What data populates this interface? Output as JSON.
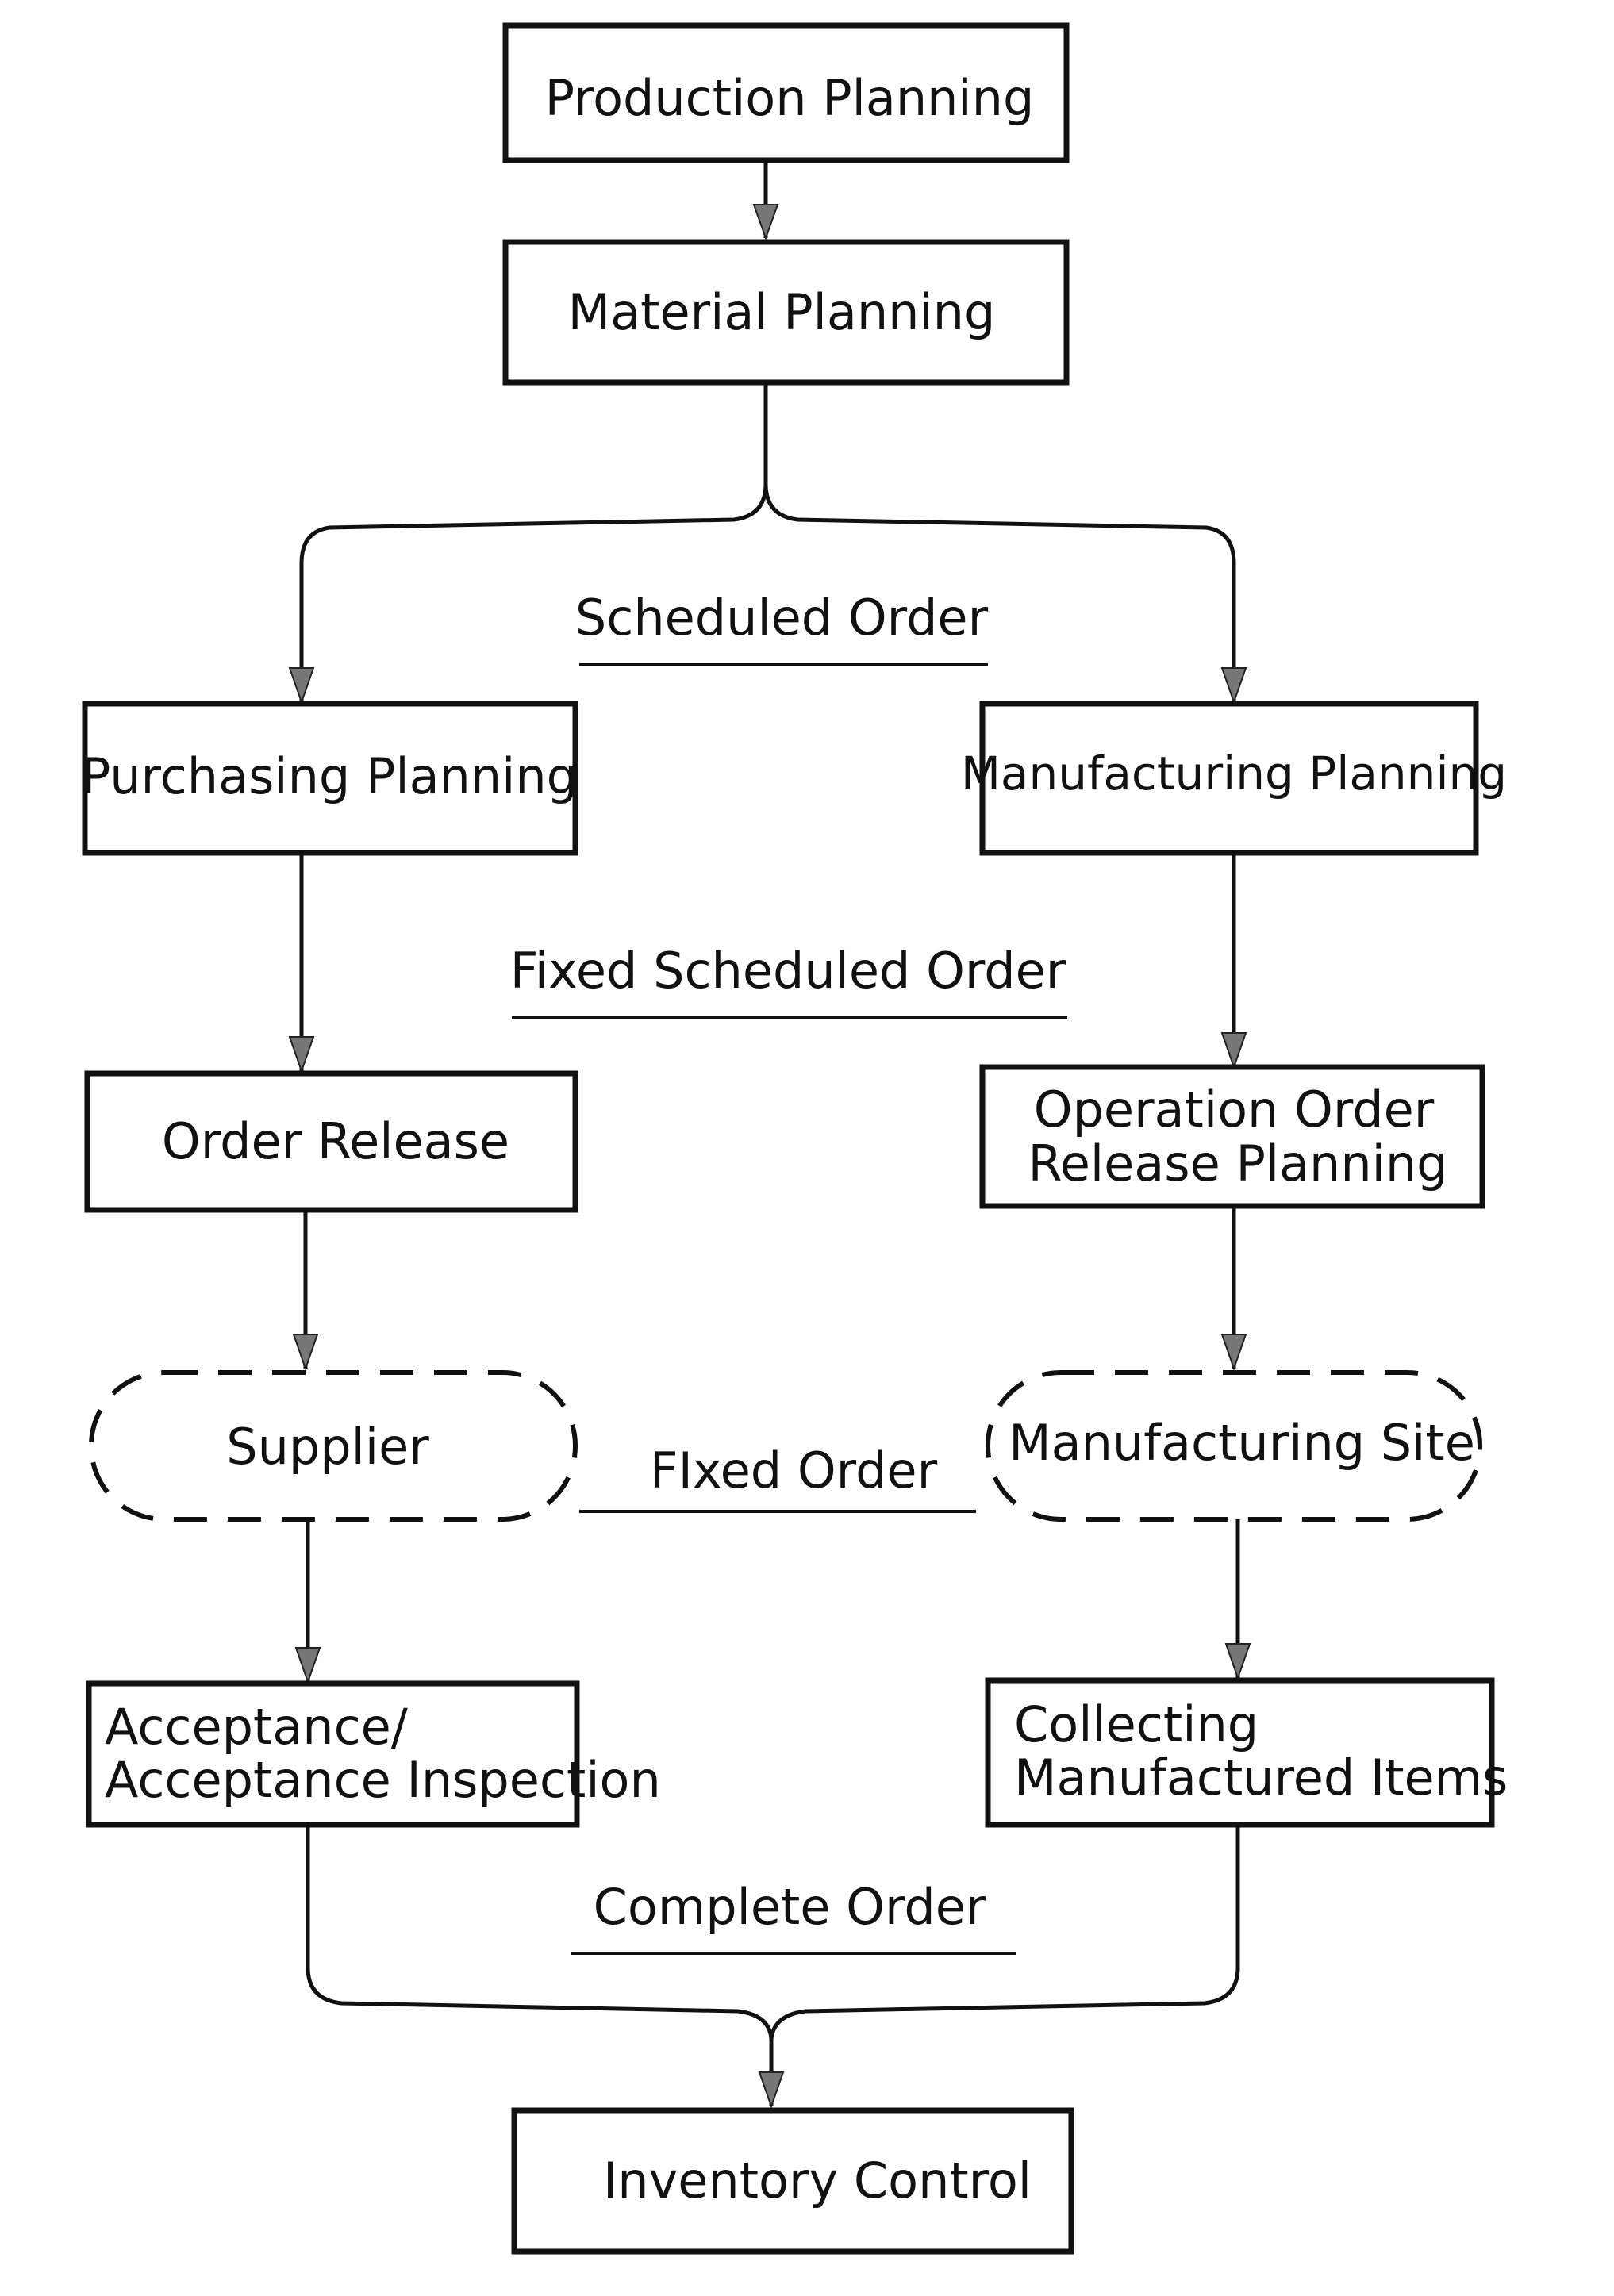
{
  "nodes": {
    "production_planning": "Production Planning",
    "material_planning": "Material Planning",
    "purchasing_planning": "Purchasing Planning",
    "manufacturing_planning": "Manufacturing Planning",
    "order_release": "Order Release",
    "operation_order_release_planning": [
      "Operation Order",
      "Release Planning"
    ],
    "supplier": "Supplier",
    "manufacturing_site": "Manufacturing Site",
    "acceptance_inspection": [
      "Acceptance/",
      "Acceptance Inspection"
    ],
    "collecting_manufactured_items": [
      "Collecting",
      "Manufactured Items"
    ],
    "inventory_control": "Inventory Control"
  },
  "stages": {
    "scheduled_order": "Scheduled Order",
    "fixed_scheduled_order": "Fixed Scheduled Order",
    "fixed_order": "FIxed Order",
    "complete_order": "Complete Order"
  }
}
